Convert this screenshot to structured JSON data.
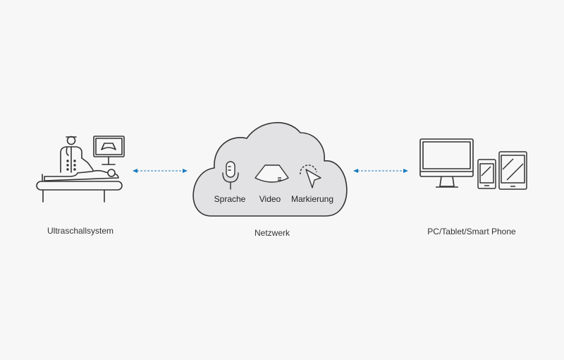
{
  "nodes": {
    "ultrasound": {
      "label": "Ultraschallsystem"
    },
    "network": {
      "label": "Netzwerk"
    },
    "devices": {
      "label": "PC/Tablet/Smart Phone"
    }
  },
  "cloud_features": [
    {
      "label": "Sprache",
      "icon": "microphone-icon"
    },
    {
      "label": "Video",
      "icon": "ultrasound-image-icon"
    },
    {
      "label": "Markierung",
      "icon": "cursor-pointer-icon"
    }
  ],
  "colors": {
    "background": "#f7f7f7",
    "line": "#333333",
    "cloud_fill": "#e2e2e4",
    "arrow": "#1a7abf",
    "icon_fill": "#f7f7f7"
  }
}
